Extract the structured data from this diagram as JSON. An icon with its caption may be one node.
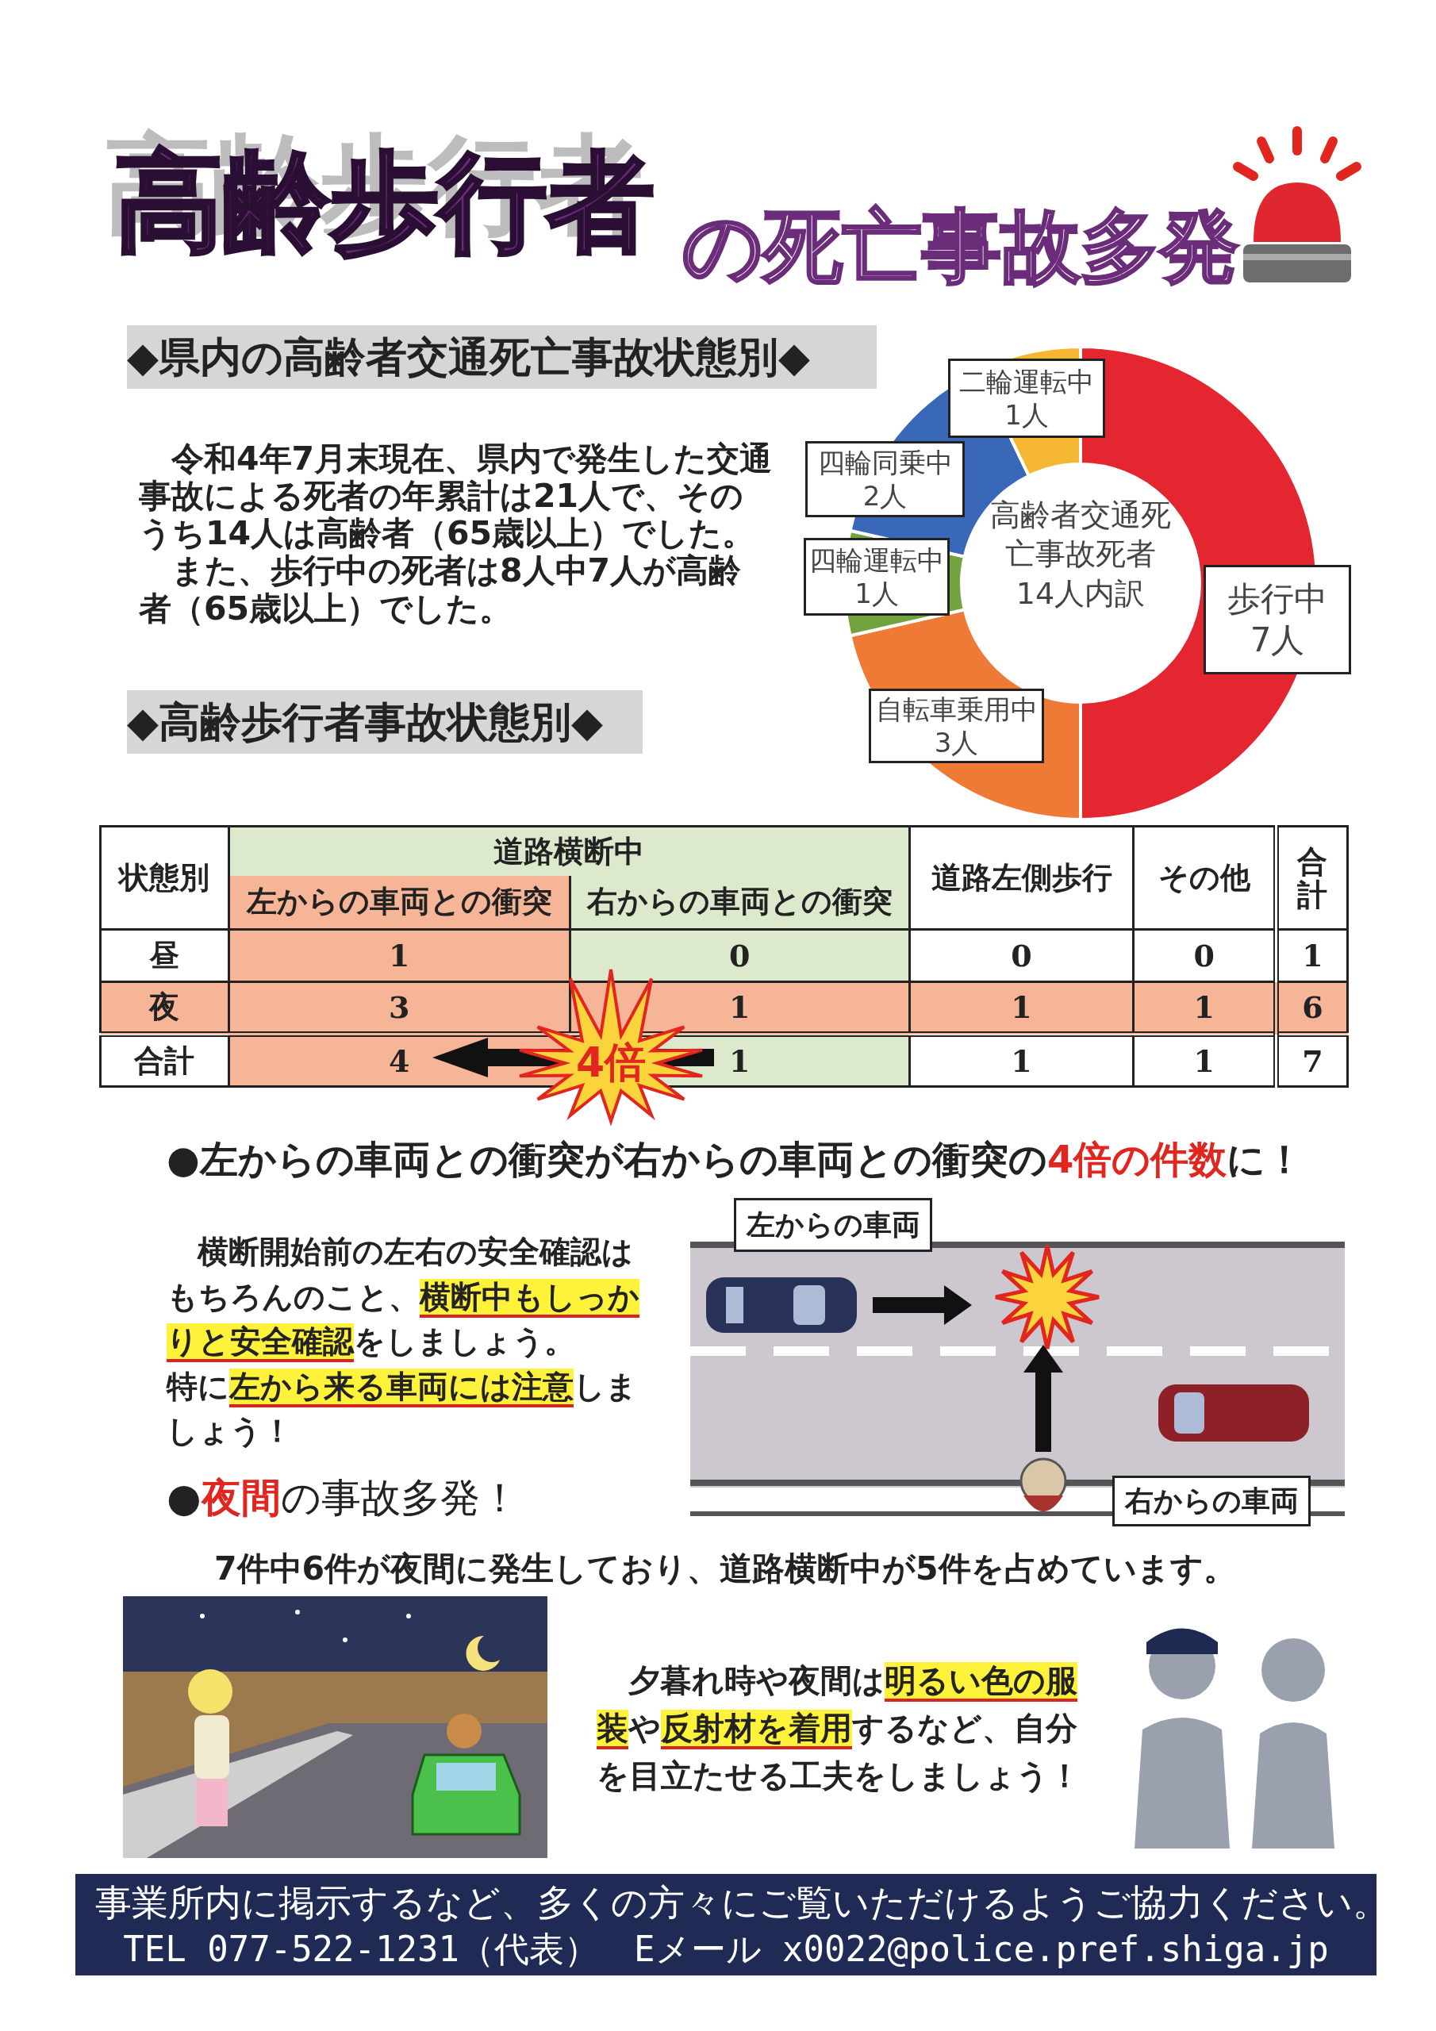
{
  "diagram": {
    "title": "高齢歩行者",
    "labels": [
      "の死亡事故多発",
      "◆県内の高齢者交通死亡事故状態別◆",
      "令和4年7月末現在、県内で発生した交通事故による死者の年累計は21人で、そのうち14人は高齢者（65歳以上）でした。",
      "また、歩行中の死者は8人中7人が高齢者（65歳以上）でした。",
      "◆高齢歩行者事故状態別◆",
      "状態別",
      "道路横断中",
      "道路左側歩行",
      "その他",
      "合計",
      "左からの車両との衝突",
      "右からの車両との衝突",
      "昼",
      "1",
      "0",
      "0",
      "0",
      "1",
      "夜",
      "3",
      "1",
      "1",
      "1",
      "6",
      "合計",
      "4",
      "1",
      "1",
      "1",
      "7",
      "4倍",
      "●左からの車両との衝突が右からの車両との衝突の**4倍の件数**に！",
      "横断開始前の左右の安全確認はもちろんのこと、**横断中もしっかりと安全確認**をしましょう。",
      "特に**左から来る車両には注意**しましょう！",
      "左からの車両",
      "右からの車両",
      "●**夜間**の事故多発！",
      "7件中6件が夜間に発生しており、道路横断中が5件を占めています。",
      "夕暮れ時や夜間は**明るい色の服装**や**反射材を着用**するなど、自分を目立たせる工夫をしましょう！",
      "事業所内に掲示するなど、多くの方々にご覧いただけるようご協力ください。",
      "TEL 077-522-1231（代表）　Eメール x0022@police.pref.shiga.jp"
    ],
    "chart_data": {
      "type": "donut",
      "title": "高齢者交通死亡事故死者14人内訳",
      "categories": [
        "歩行中",
        "自転車乗用中",
        "四輪運転中",
        "四輪同乗中",
        "二輪運転中"
      ],
      "values": [
        7,
        3,
        1,
        2,
        1
      ],
      "value_labels": [
        "7人",
        "3人",
        "1人",
        "2人",
        "1人"
      ]
    }
  }
}
